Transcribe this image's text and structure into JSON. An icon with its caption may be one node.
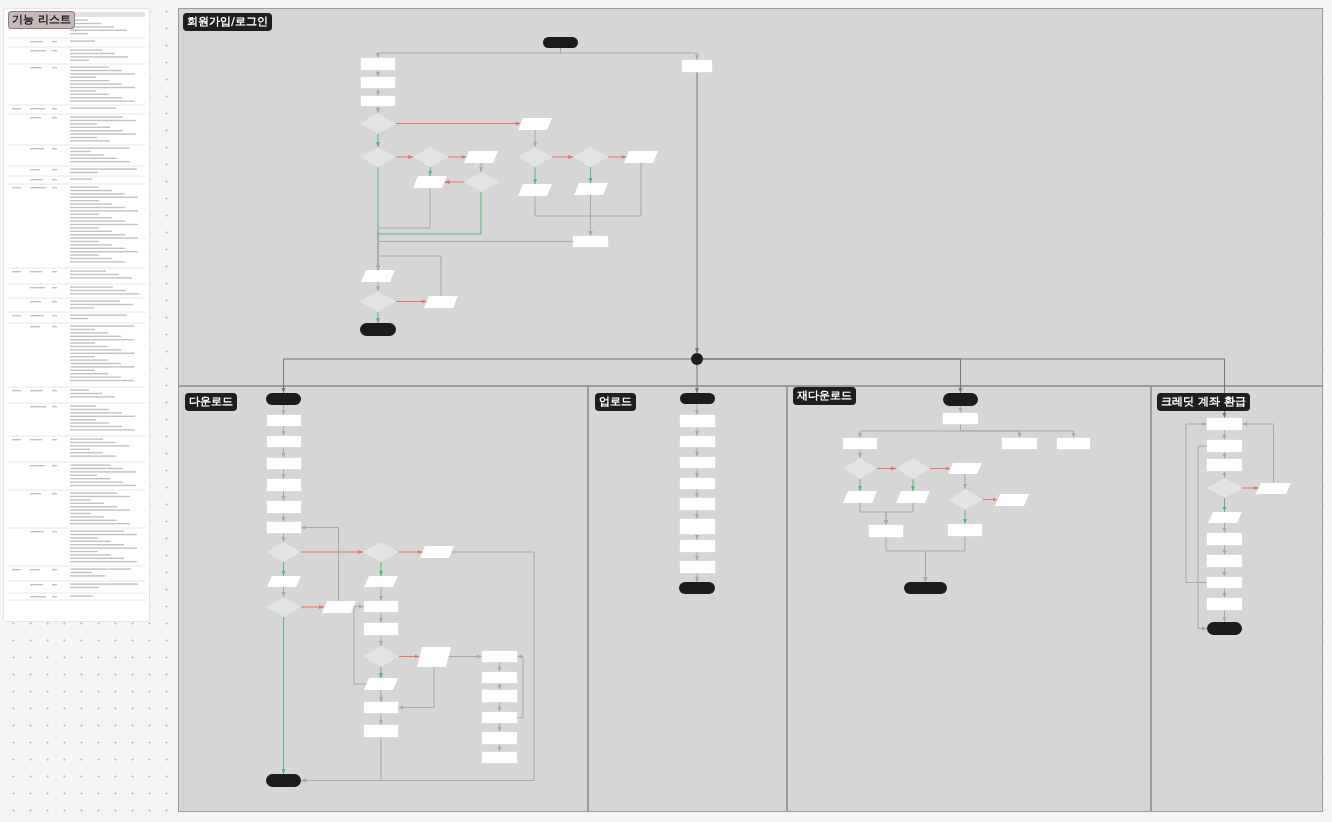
{
  "diagram": {
    "nodes": [
      {
        "text": [
          "기능 리스트"
        ]
      },
      {
        "text": [
          "회원가입/로그인"
        ]
      },
      {
        "text": [],
        "shape": "pill",
        "in": 1
      },
      {
        "text": [],
        "shape": "box",
        "in": 1
      },
      {
        "text": [],
        "shape": "box",
        "in": 1
      },
      {
        "text": [],
        "shape": "box",
        "in": 1
      },
      {
        "text": [],
        "shape": "box",
        "in": 1
      },
      {
        "text": [],
        "shape": "diamond",
        "in": 1
      },
      {
        "text": [],
        "shape": "parallelogram",
        "in": 1
      },
      {
        "text": [],
        "shape": "diamond",
        "in": 1
      },
      {
        "text": [],
        "shape": "diamond",
        "in": 1
      },
      {
        "text": [],
        "shape": "parallelogram",
        "in": 1
      },
      {
        "text": [],
        "shape": "diamond",
        "in": 1
      },
      {
        "text": [],
        "shape": "diamond",
        "in": 1
      },
      {
        "text": [],
        "shape": "parallelogram",
        "in": 1
      },
      {
        "text": [],
        "shape": "diamond",
        "in": 1
      },
      {
        "text": [],
        "shape": "parallelogram",
        "in": 1
      },
      {
        "text": [],
        "shape": "parallelogram",
        "in": 1
      },
      {
        "text": [],
        "shape": "parallelogram",
        "in": 1
      },
      {
        "text": [],
        "shape": "box",
        "in": 1
      },
      {
        "text": [],
        "shape": "parallelogram",
        "in": 1
      },
      {
        "text": [],
        "shape": "diamond",
        "in": 1
      },
      {
        "text": [],
        "shape": "parallelogram",
        "in": 1
      },
      {
        "text": [],
        "shape": "pill",
        "in": 1
      },
      {
        "text": [],
        "shape": "circle",
        "in": 1
      },
      {
        "text": [
          "다운로드"
        ]
      },
      {
        "text": [],
        "shape": "pill",
        "in": 25
      },
      {
        "text": [],
        "shape": "box",
        "in": 25
      },
      {
        "text": [],
        "shape": "box",
        "in": 25
      },
      {
        "text": [],
        "shape": "box",
        "in": 25
      },
      {
        "text": [],
        "shape": "box",
        "in": 25
      },
      {
        "text": [],
        "shape": "box",
        "in": 25
      },
      {
        "text": [],
        "shape": "box",
        "in": 25
      },
      {
        "text": [],
        "shape": "diamond",
        "in": 25
      },
      {
        "text": [],
        "shape": "diamond",
        "in": 25
      },
      {
        "text": [],
        "shape": "parallelogram",
        "in": 25
      },
      {
        "text": [],
        "shape": "parallelogram",
        "in": 25
      },
      {
        "text": [],
        "shape": "parallelogram",
        "in": 25
      },
      {
        "text": [],
        "shape": "diamond",
        "in": 25
      },
      {
        "text": [],
        "shape": "parallelogram",
        "in": 25
      },
      {
        "text": [],
        "shape": "box",
        "in": 25
      },
      {
        "text": [],
        "shape": "box",
        "in": 25
      },
      {
        "text": [],
        "shape": "diamond",
        "in": 25
      },
      {
        "text": [],
        "shape": "parallelogram",
        "in": 25
      },
      {
        "text": [],
        "shape": "box",
        "in": 25
      },
      {
        "text": [],
        "shape": "box",
        "in": 25
      },
      {
        "text": [],
        "shape": "parallelogram",
        "in": 25
      },
      {
        "text": [],
        "shape": "box",
        "in": 25
      },
      {
        "text": [],
        "shape": "box",
        "in": 25
      },
      {
        "text": [],
        "shape": "box",
        "in": 25
      },
      {
        "text": [],
        "shape": "box",
        "in": 25
      },
      {
        "text": [],
        "shape": "box",
        "in": 25
      },
      {
        "text": [],
        "shape": "box",
        "in": 25
      },
      {
        "text": [],
        "shape": "pill",
        "in": 25
      },
      {
        "text": [
          "업로드"
        ]
      },
      {
        "text": [],
        "shape": "pill",
        "in": 54
      },
      {
        "text": [],
        "shape": "box",
        "in": 54
      },
      {
        "text": [],
        "shape": "box",
        "in": 54
      },
      {
        "text": [],
        "shape": "box",
        "in": 54
      },
      {
        "text": [],
        "shape": "box",
        "in": 54
      },
      {
        "text": [],
        "shape": "box",
        "in": 54
      },
      {
        "text": [],
        "shape": "box",
        "in": 54
      },
      {
        "text": [],
        "shape": "box",
        "in": 54
      },
      {
        "text": [],
        "shape": "box",
        "in": 54
      },
      {
        "text": [],
        "shape": "pill",
        "in": 54
      },
      {
        "text": [
          "재다운로드"
        ]
      },
      {
        "text": [],
        "shape": "pill",
        "in": 65
      },
      {
        "text": [],
        "shape": "box",
        "in": 65
      },
      {
        "text": [],
        "shape": "box",
        "in": 65
      },
      {
        "text": [],
        "shape": "box",
        "in": 65
      },
      {
        "text": [],
        "shape": "box",
        "in": 65
      },
      {
        "text": [],
        "shape": "diamond",
        "in": 65
      },
      {
        "text": [],
        "shape": "diamond",
        "in": 65
      },
      {
        "text": [],
        "shape": "parallelogram",
        "in": 65
      },
      {
        "text": [],
        "shape": "diamond",
        "in": 65
      },
      {
        "text": [],
        "shape": "parallelogram",
        "in": 65
      },
      {
        "text": [],
        "shape": "parallelogram",
        "in": 65
      },
      {
        "text": [],
        "shape": "parallelogram",
        "in": 65
      },
      {
        "text": [],
        "shape": "box",
        "in": 65
      },
      {
        "text": [],
        "shape": "box",
        "in": 65
      },
      {
        "text": [],
        "shape": "pill",
        "in": 65
      },
      {
        "text": [
          "크레딧 계좌 환급"
        ]
      },
      {
        "text": [],
        "shape": "box",
        "in": 81
      },
      {
        "text": [],
        "shape": "box",
        "in": 81
      },
      {
        "text": [],
        "shape": "box",
        "in": 81
      },
      {
        "text": [],
        "shape": "diamond",
        "in": 81
      },
      {
        "text": [],
        "shape": "parallelogram",
        "in": 81
      },
      {
        "text": [],
        "shape": "parallelogram",
        "in": 81
      },
      {
        "text": [],
        "shape": "box",
        "in": 81
      },
      {
        "text": [],
        "shape": "box",
        "in": 81
      },
      {
        "text": [],
        "shape": "box",
        "in": 81
      },
      {
        "text": [],
        "shape": "box",
        "in": 81
      },
      {
        "text": [],
        "shape": "pill",
        "in": 81
      }
    ],
    "edges": [
      {
        "from": 2,
        "to": 3,
        "arrow": "to"
      },
      {
        "from": 2,
        "to": 4,
        "arrow": "to"
      },
      {
        "from": 3,
        "to": 5,
        "arrow": "to"
      },
      {
        "from": 5,
        "to": 6,
        "arrow": "to"
      },
      {
        "from": 6,
        "to": 7,
        "arrow": "to"
      },
      {
        "from": 7,
        "to": 8,
        "arrow": "to",
        "color": "#e9735e"
      },
      {
        "from": 7,
        "to": 9,
        "arrow": "to",
        "color": "#52bb78"
      },
      {
        "from": 9,
        "to": 10,
        "arrow": "to",
        "color": "#e9735e"
      },
      {
        "from": 10,
        "to": 11,
        "arrow": "to",
        "color": "#e9735e"
      },
      {
        "from": 10,
        "to": 16,
        "arrow": "to",
        "color": "#52bb78"
      },
      {
        "from": 11,
        "to": 15,
        "arrow": "to"
      },
      {
        "from": 15,
        "to": 16,
        "arrow": "to",
        "color": "#e9735e"
      },
      {
        "from": 8,
        "to": 12,
        "arrow": "to"
      },
      {
        "from": 12,
        "to": 13,
        "arrow": "to",
        "color": "#e9735e"
      },
      {
        "from": 13,
        "to": 14,
        "arrow": "to",
        "color": "#e9735e"
      },
      {
        "from": 12,
        "to": 18,
        "arrow": "to",
        "color": "#52bb78"
      },
      {
        "from": 13,
        "to": 17,
        "arrow": "to",
        "color": "#52bb78"
      },
      {
        "from": 18,
        "to": 19,
        "arrow": "to"
      },
      {
        "from": 17,
        "to": 19,
        "arrow": "to"
      },
      {
        "from": 14,
        "to": 19,
        "arrow": "to"
      },
      {
        "from": 9,
        "to": 20,
        "arrow": "to",
        "color": "#52bb78"
      },
      {
        "from": 15,
        "to": 20,
        "arrow": "to",
        "color": "#52bb78"
      },
      {
        "from": 16,
        "to": 20,
        "arrow": "to"
      },
      {
        "from": 19,
        "to": 20,
        "arrow": "to"
      },
      {
        "from": 22,
        "to": 20,
        "arrow": "to"
      },
      {
        "from": 20,
        "to": 21,
        "arrow": "to"
      },
      {
        "from": 21,
        "to": 22,
        "arrow": "to",
        "color": "#e9735e"
      },
      {
        "from": 21,
        "to": 23,
        "arrow": "to",
        "color": "#52bb78"
      },
      {
        "from": 4,
        "to": 24,
        "arrow": "to",
        "color": "#767676"
      },
      {
        "from": 24,
        "to": 26,
        "arrow": "to",
        "color": "#767676"
      },
      {
        "from": 24,
        "to": 55,
        "arrow": "to",
        "color": "#767676"
      },
      {
        "from": 24,
        "to": 66,
        "arrow": "to",
        "color": "#767676"
      },
      {
        "from": 24,
        "to": 82,
        "arrow": "to",
        "color": "#767676"
      },
      {
        "from": 26,
        "to": 27,
        "arrow": "to"
      },
      {
        "from": 27,
        "to": 28,
        "arrow": "to"
      },
      {
        "from": 28,
        "to": 29,
        "arrow": "to"
      },
      {
        "from": 29,
        "to": 30,
        "arrow": "to"
      },
      {
        "from": 30,
        "to": 31,
        "arrow": "to"
      },
      {
        "from": 31,
        "to": 32,
        "arrow": "to"
      },
      {
        "from": 32,
        "to": 33,
        "arrow": "to"
      },
      {
        "from": 33,
        "to": 34,
        "arrow": "to",
        "color": "#e9735e"
      },
      {
        "from": 34,
        "to": 35,
        "arrow": "to",
        "color": "#e9735e"
      },
      {
        "from": 35,
        "to": 53,
        "arrow": "to"
      },
      {
        "from": 33,
        "to": 36,
        "arrow": "to",
        "color": "#52bb78"
      },
      {
        "from": 36,
        "to": 38,
        "arrow": "to"
      },
      {
        "from": 38,
        "to": 39,
        "arrow": "to",
        "color": "#e9735e"
      },
      {
        "from": 39,
        "to": 32,
        "arrow": "to"
      },
      {
        "from": 38,
        "to": 53,
        "arrow": "to",
        "color": "#52bb78"
      },
      {
        "from": 34,
        "to": 37,
        "arrow": "to",
        "color": "#52bb78"
      },
      {
        "from": 37,
        "to": 40,
        "arrow": "to"
      },
      {
        "from": 40,
        "to": 41,
        "arrow": "to"
      },
      {
        "from": 41,
        "to": 42,
        "arrow": "to"
      },
      {
        "from": 42,
        "to": 43,
        "arrow": "to",
        "color": "#e9735e"
      },
      {
        "from": 42,
        "to": 46,
        "arrow": "to",
        "color": "#52bb78"
      },
      {
        "from": 46,
        "to": 40,
        "arrow": "to"
      },
      {
        "from": 46,
        "to": 48,
        "arrow": "to"
      },
      {
        "from": 43,
        "to": 48,
        "arrow": "to"
      },
      {
        "from": 43,
        "to": 44,
        "arrow": "to"
      },
      {
        "from": 44,
        "to": 45,
        "arrow": "to"
      },
      {
        "from": 45,
        "to": 47,
        "arrow": "to"
      },
      {
        "from": 47,
        "to": 49,
        "arrow": "to"
      },
      {
        "from": 49,
        "to": 44,
        "arrow": "to"
      },
      {
        "from": 49,
        "to": 51,
        "arrow": "to"
      },
      {
        "from": 51,
        "to": 52,
        "arrow": "to"
      },
      {
        "from": 48,
        "to": 50,
        "arrow": "to"
      },
      {
        "from": 50,
        "to": 53,
        "arrow": "to"
      },
      {
        "from": 55,
        "to": 56,
        "arrow": "to"
      },
      {
        "from": 56,
        "to": 57,
        "arrow": "to"
      },
      {
        "from": 57,
        "to": 58,
        "arrow": "to"
      },
      {
        "from": 58,
        "to": 59,
        "arrow": "to"
      },
      {
        "from": 59,
        "to": 60,
        "arrow": "to"
      },
      {
        "from": 60,
        "to": 61,
        "arrow": "to"
      },
      {
        "from": 61,
        "to": 62,
        "arrow": "to"
      },
      {
        "from": 62,
        "to": 63,
        "arrow": "to"
      },
      {
        "from": 63,
        "to": 64,
        "arrow": "to"
      },
      {
        "from": 66,
        "to": 67,
        "arrow": "to"
      },
      {
        "from": 67,
        "to": 68,
        "arrow": "to"
      },
      {
        "from": 67,
        "to": 69,
        "arrow": "to"
      },
      {
        "from": 67,
        "to": 70,
        "arrow": "to"
      },
      {
        "from": 68,
        "to": 71,
        "arrow": "to"
      },
      {
        "from": 71,
        "to": 72,
        "arrow": "to",
        "color": "#e9735e"
      },
      {
        "from": 72,
        "to": 73,
        "arrow": "to",
        "color": "#e9735e"
      },
      {
        "from": 73,
        "to": 74,
        "arrow": "to"
      },
      {
        "from": 74,
        "to": 77,
        "arrow": "to",
        "color": "#e9735e"
      },
      {
        "from": 74,
        "to": 78,
        "arrow": "to",
        "color": "#52bb78"
      },
      {
        "from": 71,
        "to": 75,
        "arrow": "to",
        "color": "#52bb78"
      },
      {
        "from": 72,
        "to": 76,
        "arrow": "to",
        "color": "#52bb78"
      },
      {
        "from": 75,
        "to": 79,
        "arrow": "to"
      },
      {
        "from": 76,
        "to": 79,
        "arrow": "to"
      },
      {
        "from": 79,
        "to": 80,
        "arrow": "to"
      },
      {
        "from": 78,
        "to": 80,
        "arrow": "to"
      },
      {
        "from": 82,
        "to": 83,
        "arrow": "to"
      },
      {
        "from": 83,
        "to": 84,
        "arrow": "to"
      },
      {
        "from": 84,
        "to": 85,
        "arrow": "to"
      },
      {
        "from": 85,
        "to": 86,
        "arrow": "to",
        "color": "#e9735e"
      },
      {
        "from": 86,
        "to": 82,
        "arrow": "to"
      },
      {
        "from": 85,
        "to": 87,
        "arrow": "to",
        "color": "#52bb78"
      },
      {
        "from": 87,
        "to": 88,
        "arrow": "to"
      },
      {
        "from": 88,
        "to": 89,
        "arrow": "to"
      },
      {
        "from": 89,
        "to": 90,
        "arrow": "to"
      },
      {
        "from": 90,
        "to": 82,
        "arrow": "to"
      },
      {
        "from": 90,
        "to": 91,
        "arrow": "to"
      },
      {
        "from": 91,
        "to": 92,
        "arrow": "to"
      },
      {
        "from": 83,
        "to": 92,
        "arrow": "to"
      }
    ]
  }
}
